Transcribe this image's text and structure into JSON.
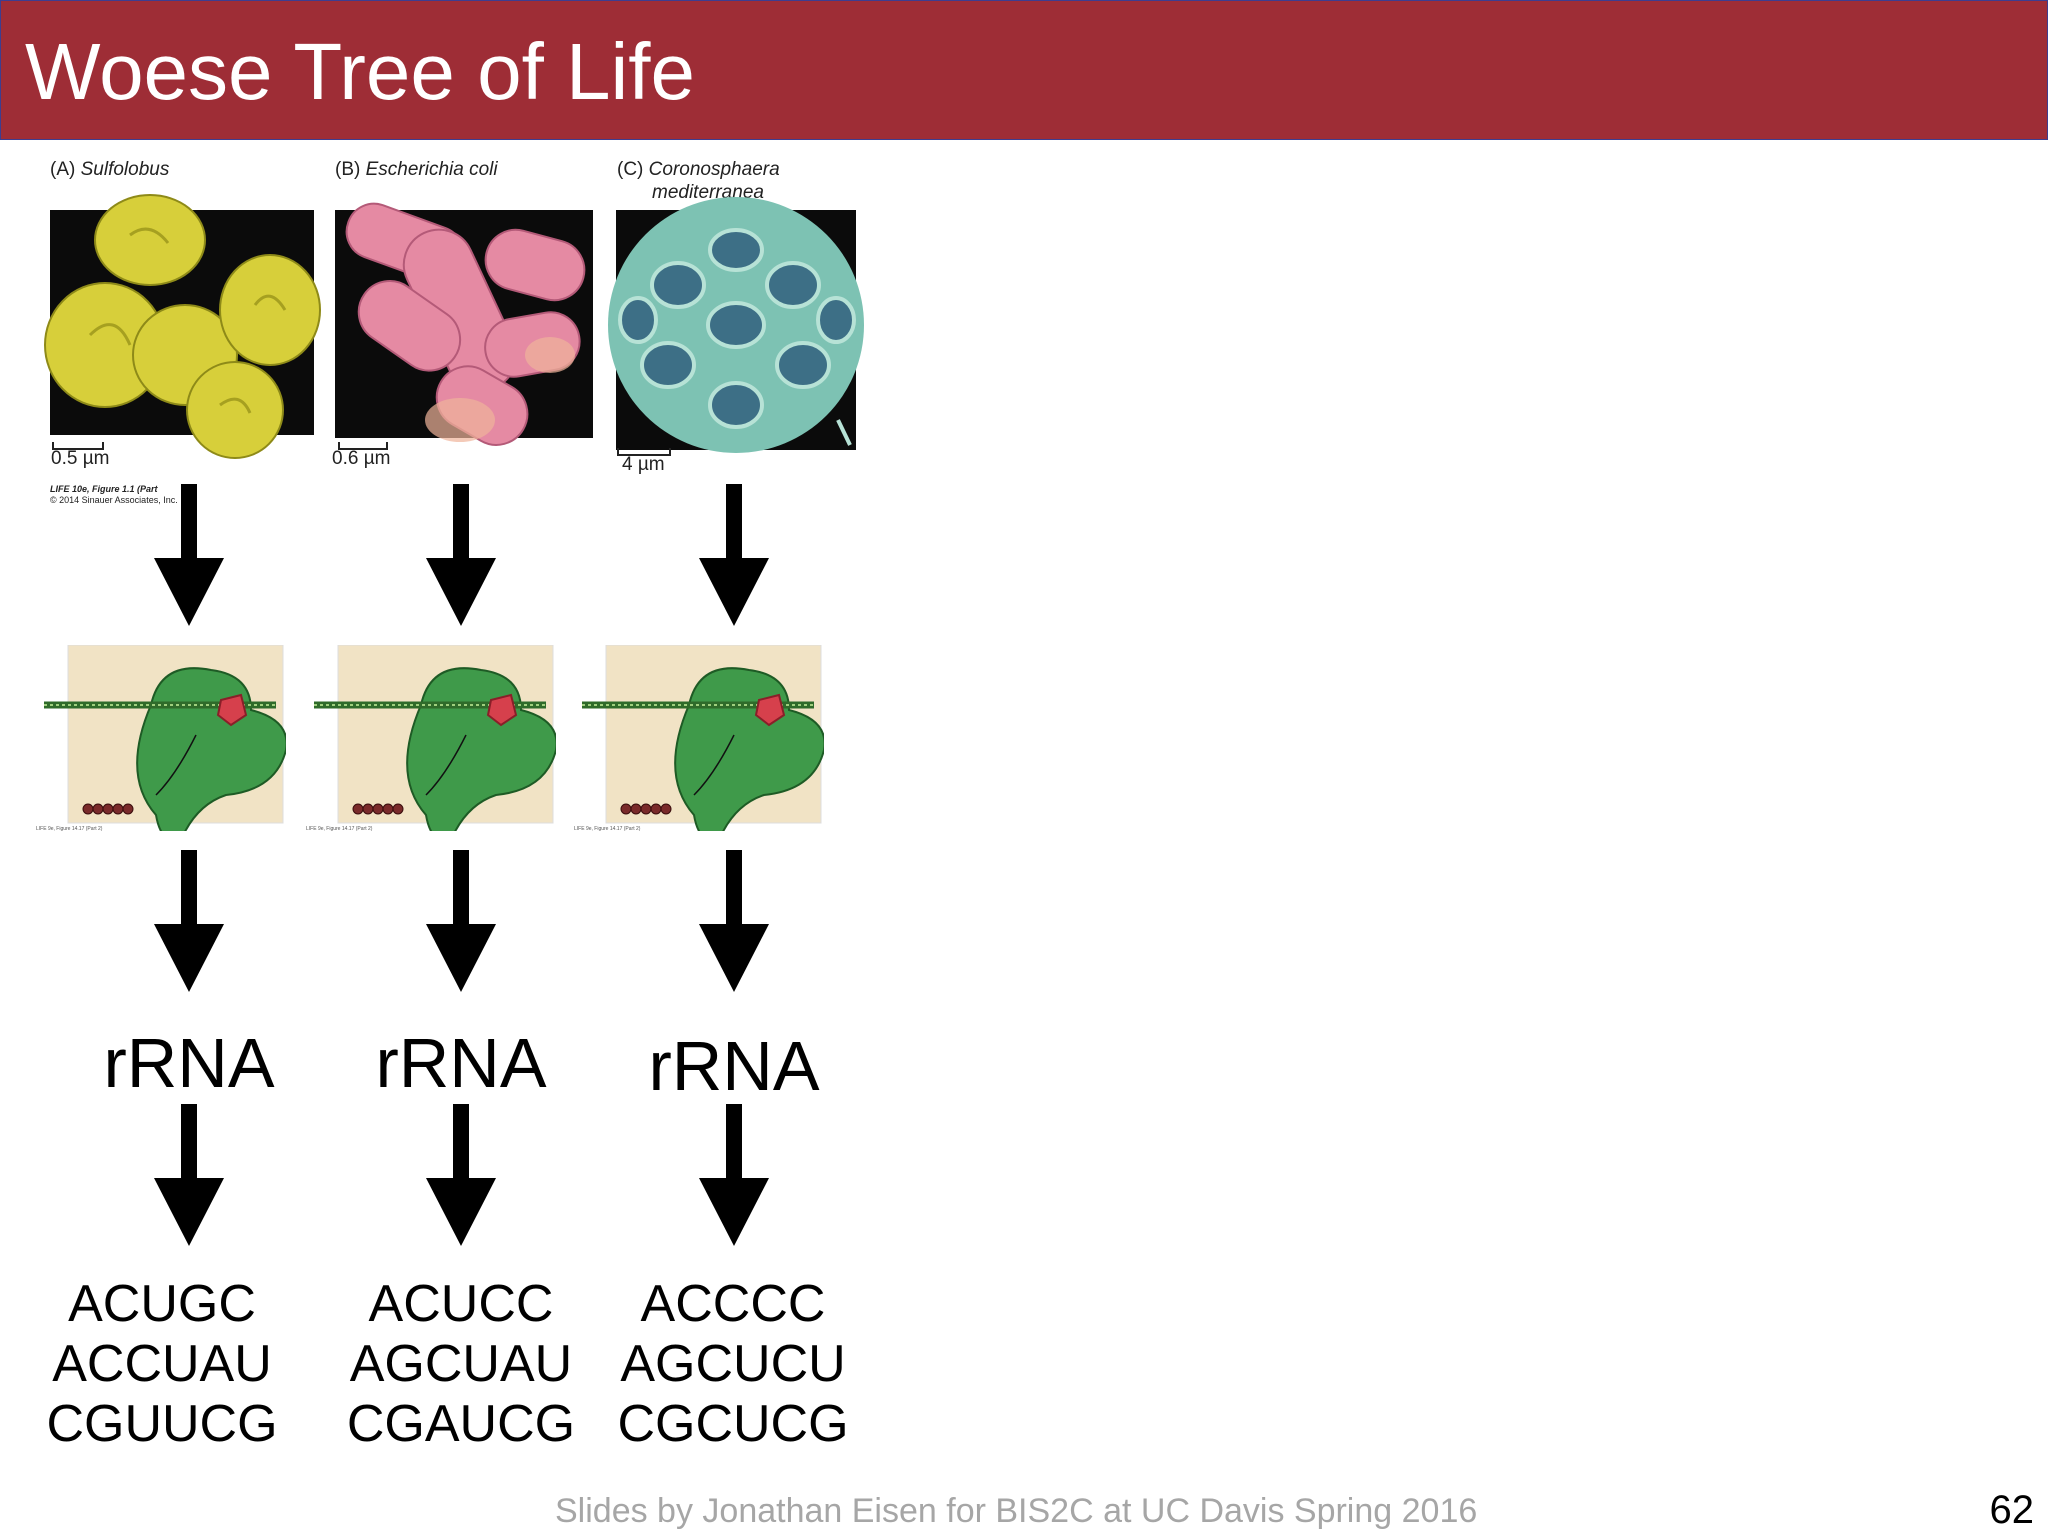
{
  "slide": {
    "title": "Woese Tree of Life",
    "footer": "Slides by Jonathan Eisen for BIS2C at UC Davis Spring 2016",
    "page_number": "62"
  },
  "figure": {
    "panels": [
      {
        "letter": "(A)",
        "species": "Sulfolobus",
        "scale": "0.5 µm"
      },
      {
        "letter": "(B)",
        "species": "Escherichia coli",
        "scale": "0.6 µm"
      },
      {
        "letter": "(C)",
        "species_line1": "Coronosphaera",
        "species_line2": "mediterranea",
        "scale": "4 µm"
      }
    ],
    "credit_title": "LIFE 10e, Figure 1.1 (Part",
    "credit_copyright": "© 2014 Sinauer Associates, Inc.",
    "ribosome_caption": "LIFE 9e, Figure 14.17 (Part 2)"
  },
  "columns": [
    {
      "rrna_label": "rRNA",
      "sequence": [
        "ACUGC",
        "ACCUAU",
        "CGUUCG"
      ]
    },
    {
      "rrna_label": "rRNA",
      "sequence": [
        "ACUCC",
        "AGCUAU",
        "CGAUCG"
      ]
    },
    {
      "rrna_label": "rRNA",
      "sequence": [
        "ACCCC",
        "AGCUCU",
        "CGCUCG"
      ]
    }
  ]
}
